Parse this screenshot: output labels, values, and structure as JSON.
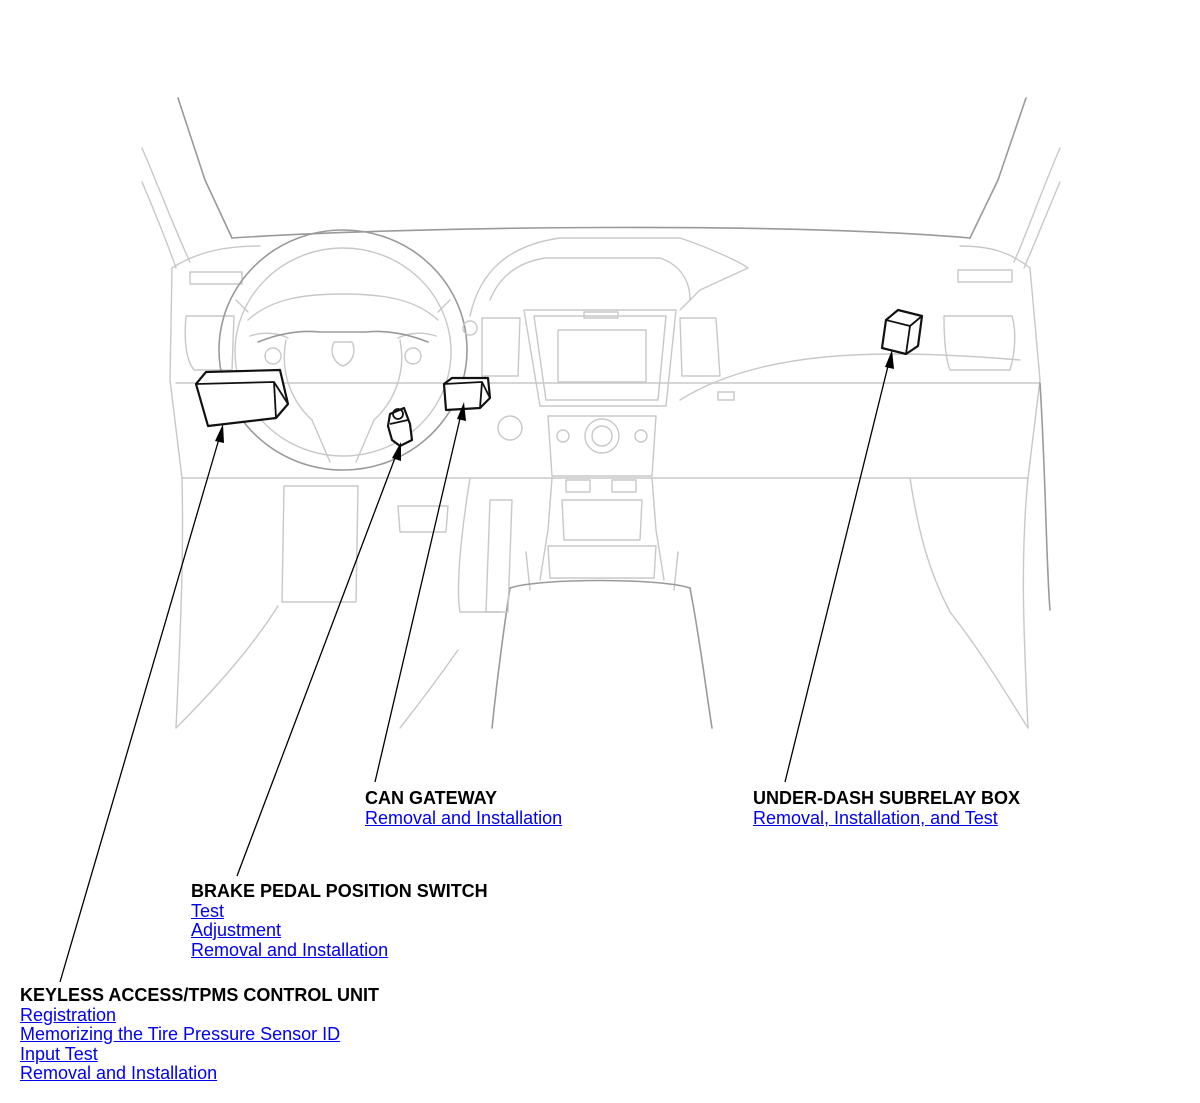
{
  "callouts": {
    "can_gateway": {
      "title": "CAN GATEWAY",
      "links": [
        "Removal and Installation"
      ]
    },
    "under_dash_subrelay_box": {
      "title": "UNDER-DASH SUBRELAY BOX",
      "links": [
        "Removal, Installation, and Test"
      ]
    },
    "brake_pedal_position_switch": {
      "title": "BRAKE PEDAL POSITION SWITCH",
      "links": [
        "Test",
        "Adjustment",
        "Removal and Installation"
      ]
    },
    "keyless_access_tpms_control_unit": {
      "title": "KEYLESS ACCESS/TPMS CONTROL UNIT",
      "links": [
        "Registration",
        "Memorizing the Tire Pressure Sensor ID",
        "Input Test",
        "Removal and Installation"
      ]
    }
  },
  "colors": {
    "link": "#0000ee",
    "title": "#000000",
    "drawing": "#c8c8c8",
    "component": "#111111"
  }
}
